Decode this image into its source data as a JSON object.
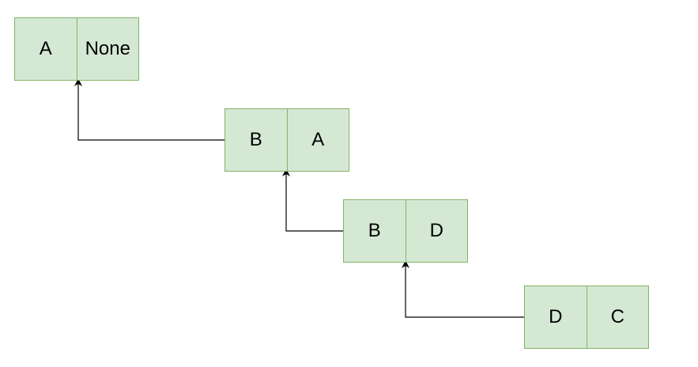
{
  "colors": {
    "node_fill": "#d5e8d4",
    "node_border": "#82b366",
    "edge": "#000000"
  },
  "nodes": [
    {
      "left": "A",
      "right": "None"
    },
    {
      "left": "B",
      "right": "A"
    },
    {
      "left": "B",
      "right": "D"
    },
    {
      "left": "D",
      "right": "C"
    }
  ],
  "edges": [
    {
      "from": "node-2",
      "to": "node-1"
    },
    {
      "from": "node-3",
      "to": "node-2"
    },
    {
      "from": "node-4",
      "to": "node-3"
    }
  ]
}
